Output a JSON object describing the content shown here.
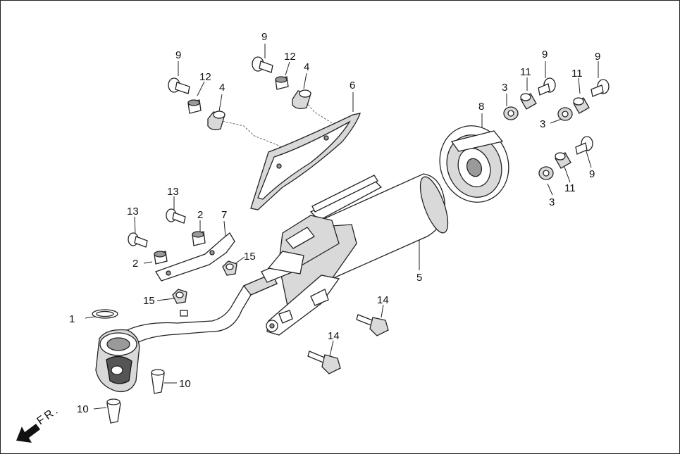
{
  "diagram": {
    "direction_label": "FR.",
    "callouts": [
      {
        "id": "c1",
        "text": "1"
      },
      {
        "id": "c2a",
        "text": "2"
      },
      {
        "id": "c2b",
        "text": "2"
      },
      {
        "id": "c3a",
        "text": "3"
      },
      {
        "id": "c3b",
        "text": "3"
      },
      {
        "id": "c3c",
        "text": "3"
      },
      {
        "id": "c4a",
        "text": "4"
      },
      {
        "id": "c4b",
        "text": "4"
      },
      {
        "id": "c5",
        "text": "5"
      },
      {
        "id": "c6",
        "text": "6"
      },
      {
        "id": "c7",
        "text": "7"
      },
      {
        "id": "c8",
        "text": "8"
      },
      {
        "id": "c9a",
        "text": "9"
      },
      {
        "id": "c9b",
        "text": "9"
      },
      {
        "id": "c9c",
        "text": "9"
      },
      {
        "id": "c9d",
        "text": "9"
      },
      {
        "id": "c9e",
        "text": "9"
      },
      {
        "id": "c10a",
        "text": "10"
      },
      {
        "id": "c10b",
        "text": "10"
      },
      {
        "id": "c11a",
        "text": "11"
      },
      {
        "id": "c11b",
        "text": "11"
      },
      {
        "id": "c11c",
        "text": "11"
      },
      {
        "id": "c12a",
        "text": "12"
      },
      {
        "id": "c12b",
        "text": "12"
      },
      {
        "id": "c13a",
        "text": "13"
      },
      {
        "id": "c13b",
        "text": "13"
      },
      {
        "id": "c14a",
        "text": "14"
      },
      {
        "id": "c14b",
        "text": "14"
      },
      {
        "id": "c15a",
        "text": "15"
      },
      {
        "id": "c15b",
        "text": "15"
      }
    ]
  }
}
